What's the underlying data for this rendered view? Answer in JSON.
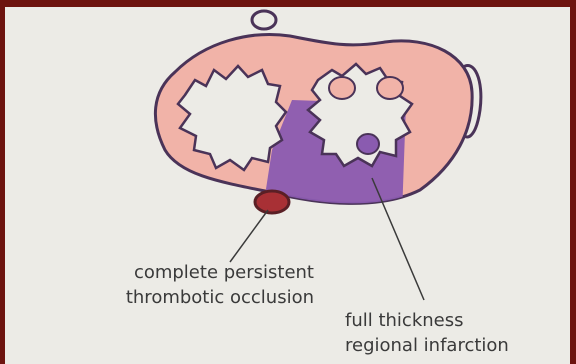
{
  "labels": {
    "occlusion": {
      "line1": "complete persistent",
      "line2": "thrombotic occlusion"
    },
    "infarction": {
      "line1": "full thickness",
      "line2": "regional infarction"
    }
  },
  "colors": {
    "background": "#ecebe6",
    "frame": "#6d140f",
    "myocardium": "#f1b3a8",
    "outline": "#5b3a6a",
    "infarct": "#8a5bb0",
    "thrombus": "#a83035",
    "text": "#3a3a3a"
  }
}
